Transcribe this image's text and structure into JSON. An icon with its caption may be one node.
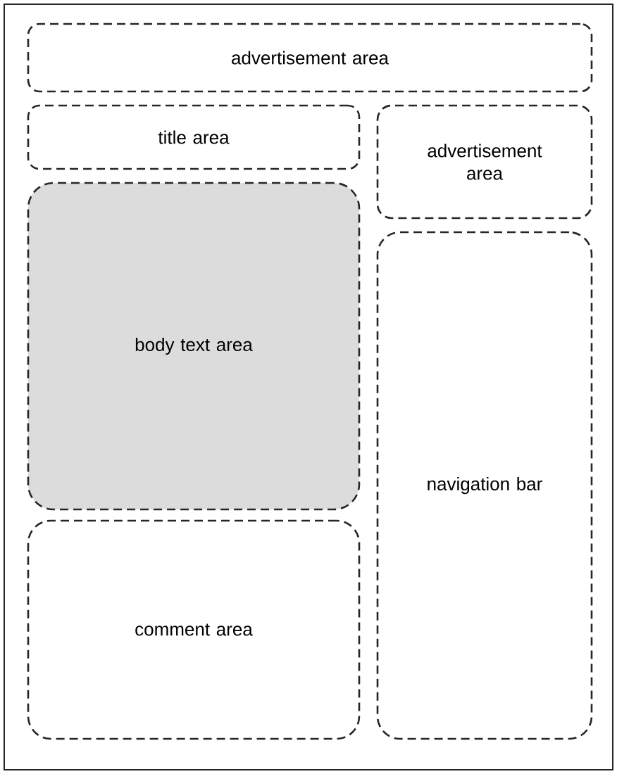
{
  "diagram": {
    "nodes": [
      {
        "text": [],
        "shape": "box"
      },
      {
        "text": [
          "advertisement area"
        ],
        "in": 0
      },
      {
        "text": [
          "title area"
        ],
        "in": 0
      },
      {
        "text": [
          "advertisement area"
        ],
        "in": 0
      },
      {
        "text": [
          "body text area"
        ],
        "in": 0
      },
      {
        "text": [
          "navigation bar"
        ],
        "in": 0
      },
      {
        "text": [
          "comment area"
        ],
        "in": 0
      }
    ]
  }
}
